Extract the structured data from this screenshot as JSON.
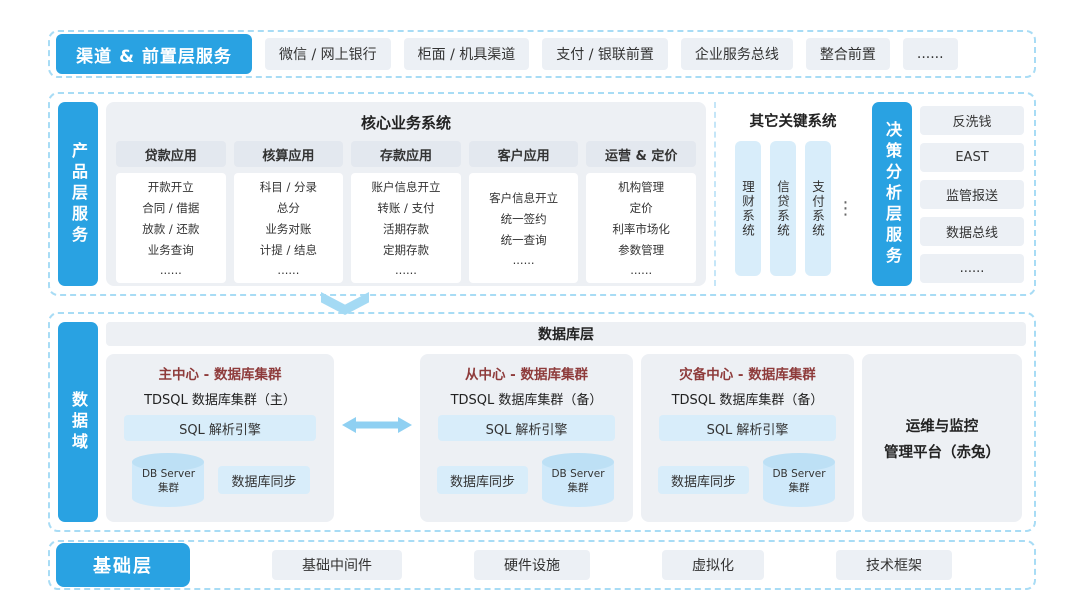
{
  "colors": {
    "accent_blue": "#29A2E2",
    "band_border_blue": "#A8DCF5",
    "box_gray": "#EDF0F4",
    "chip_light_blue": "#D8EDFA",
    "cluster_title_red": "#8E3B3B"
  },
  "icons": {
    "down_arrow": "chevron-down",
    "sync_arrow": "left-right-double-arrow",
    "db_server": "database-cylinder"
  },
  "top_band": {
    "label": "渠道 & 前置层服务",
    "items": [
      "微信 / 网上银行",
      "柜面 / 机具渠道",
      "支付 / 银联前置",
      "企业服务总线",
      "整合前置",
      "......"
    ]
  },
  "product_band": {
    "label": "产品层服务",
    "core": {
      "title": "核心业务系统",
      "columns": [
        {
          "header": "贷款应用",
          "items": [
            "开款开立",
            "合同 / 借据",
            "放款 / 还款",
            "业务查询",
            "......"
          ]
        },
        {
          "header": "核算应用",
          "items": [
            "科目 / 分录",
            "总分",
            "业务对账",
            "计提 / 结息",
            "......"
          ]
        },
        {
          "header": "存款应用",
          "items": [
            "账户信息开立",
            "转账 / 支付",
            "活期存款",
            "定期存款",
            "......"
          ]
        },
        {
          "header": "客户应用",
          "items": [
            "客户信息开立",
            "统一签约",
            "统一查询",
            "......"
          ]
        },
        {
          "header": "运营 & 定价",
          "items": [
            "机构管理",
            "定价",
            "利率市场化",
            "参数管理",
            "......"
          ]
        }
      ]
    },
    "other": {
      "title": "其它关键系统",
      "pills": [
        "理财系统",
        "信贷系统",
        "支付系统"
      ],
      "more": "⋮"
    },
    "decision": {
      "label": "决策分析层服务",
      "items": [
        "反洗钱",
        "EAST",
        "监管报送",
        "数据总线",
        "......"
      ]
    }
  },
  "data_band": {
    "label": "数据域",
    "db_layer_title": "数据库层",
    "clusters": [
      {
        "title": "主中心 - 数据库集群",
        "subtitle": "TDSQL 数据库集群（主）",
        "engine": "SQL 解析引擎",
        "cylinder_line1": "DB Server",
        "cylinder_line2": "集群",
        "sync": "数据库同步"
      },
      {
        "title": "从中心 - 数据库集群",
        "subtitle": "TDSQL 数据库集群（备）",
        "engine": "SQL 解析引擎",
        "cylinder_line1": "DB Server",
        "cylinder_line2": "集群",
        "sync": "数据库同步"
      },
      {
        "title": "灾备中心 - 数据库集群",
        "subtitle": "TDSQL 数据库集群（备）",
        "engine": "SQL 解析引擎",
        "cylinder_line1": "DB Server",
        "cylinder_line2": "集群",
        "sync": "数据库同步"
      }
    ],
    "ops": {
      "line1": "运维与监控",
      "line2": "管理平台（赤兔）"
    }
  },
  "bottom_band": {
    "label": "基础层",
    "items": [
      "基础中间件",
      "硬件设施",
      "虚拟化",
      "技术框架"
    ]
  }
}
